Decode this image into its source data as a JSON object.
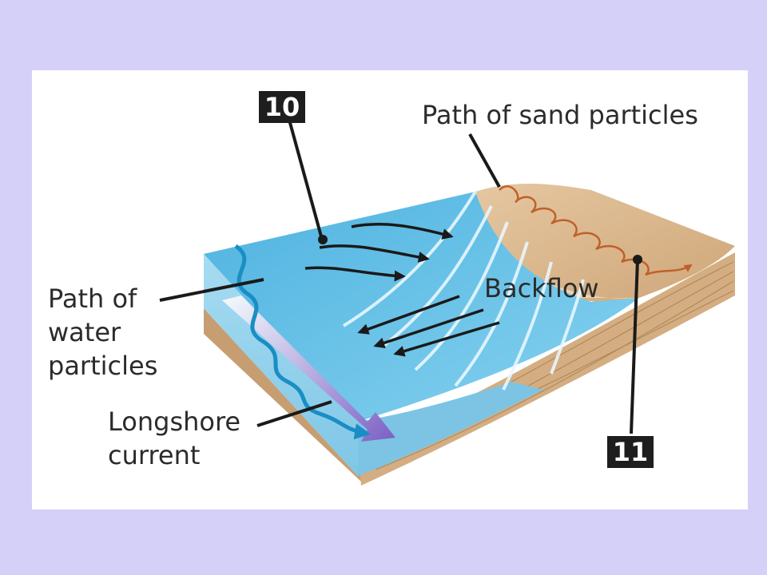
{
  "diagram": {
    "labels": {
      "sand_path": "Path of sand particles",
      "backflow": "Backflow",
      "water_path": [
        "Path of",
        "water",
        "particles"
      ],
      "longshore": [
        "Longshore",
        "current"
      ]
    },
    "badges": {
      "top": "10",
      "bottom": "11"
    },
    "colors": {
      "page_background": "#d4d0f8",
      "water_surface": "#6cc3e6",
      "water_side": "#8fd0ec",
      "sand": "#d9b58a",
      "sand_path_arrows": "#c0602a",
      "longshore_arrow": "#7b5fc4",
      "water_path_line": "#1a8ec4"
    }
  }
}
